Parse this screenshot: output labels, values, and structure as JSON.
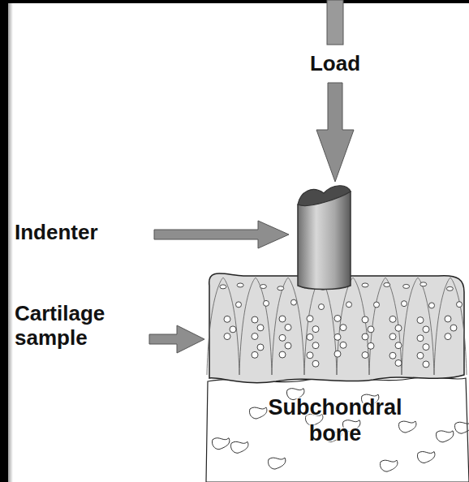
{
  "diagram": {
    "nodes": [
      {
        "text": [
          "Subchondral bone"
        ]
      }
    ],
    "labels": [
      "Load",
      "Indenter",
      "Cartilage sample"
    ]
  }
}
